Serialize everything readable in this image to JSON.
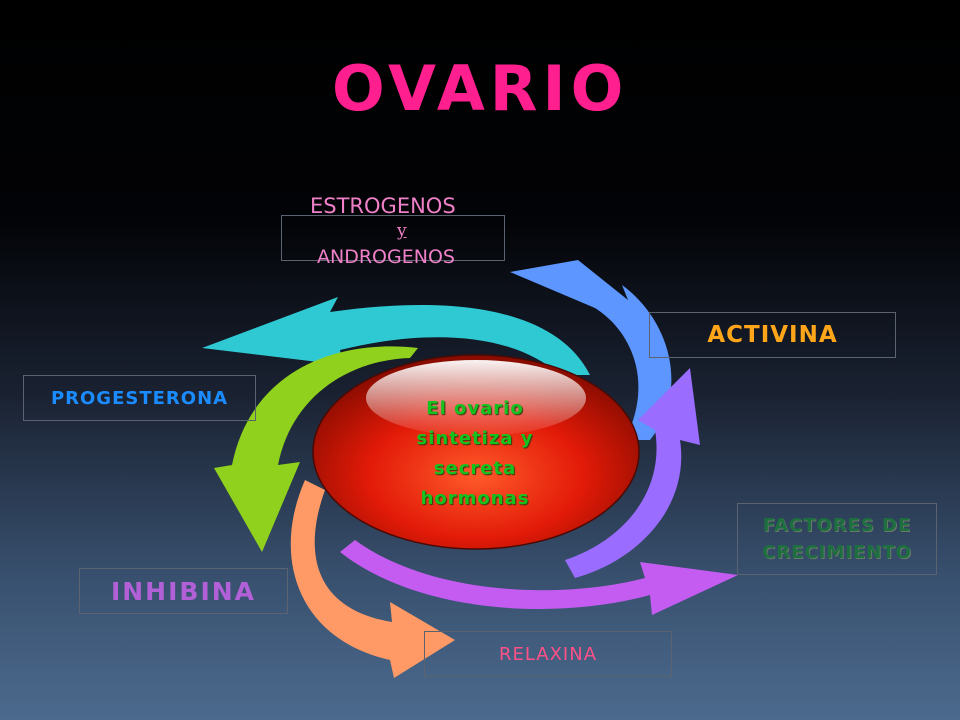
{
  "title": "OVARIO",
  "center": {
    "lines": [
      "El ovario",
      "sintetiza y",
      "secreta",
      "hormonas"
    ]
  },
  "labels": {
    "estrogenos_line1": "ESTROGENOS",
    "estrogenos_y": "y",
    "estrogenos_line3": "ANDROGENOS",
    "activina": "ACTIVINA",
    "progesterona": "PROGESTERONA",
    "factores_line1": "FACTORES DE",
    "factores_line2": "CRECIMIENTO",
    "inhibina": "INHIBINA",
    "relaxina": "RELAXINA"
  },
  "colors": {
    "title": "#ff1f8f",
    "arrow_cyan": "#2ec9d2",
    "arrow_blue": "#5d96ff",
    "arrow_purple": "#9a6cff",
    "arrow_magenta": "#c45cf2",
    "arrow_orange": "#ff9a66",
    "arrow_green": "#8fd11c",
    "ellipse": "#e8230c"
  }
}
